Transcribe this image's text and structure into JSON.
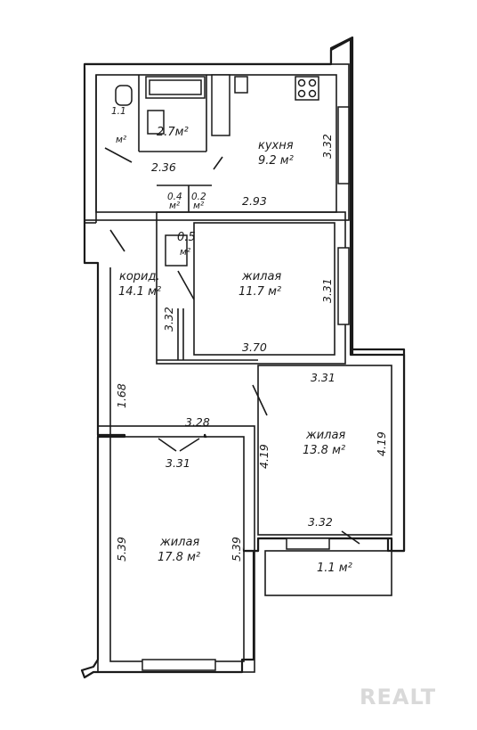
{
  "rooms": {
    "wc_area": "1.1",
    "wc_unit": "м²",
    "bath_area": "2.7м²",
    "kitchen_name": "кухня",
    "kitchen_area": "9.2 м²",
    "closet1_area": "0.4",
    "closet1_unit": "м²",
    "closet2_area": "0.2",
    "closet2_unit": "м²",
    "closet3_area": "0.5",
    "closet3_unit": "м²",
    "corridor_name": "корид.",
    "corridor_area": "14.1 м²",
    "living1_name": "жилая",
    "living1_area": "11.7 м²",
    "living2_name": "жилая",
    "living2_area": "13.8 м²",
    "living3_name": "жилая",
    "living3_area": "17.8 м²",
    "balcony_area": "1.1 м²"
  },
  "dimensions": {
    "kitchen_h": "3.32",
    "corr_top": "2.36",
    "kitchen_w": "2.93",
    "living1_h": "3.31",
    "corr_h": "3.32",
    "living1_w": "3.70",
    "living2_top": "3.31",
    "corr_lower": "1.68",
    "corr_w": "3.28",
    "living3_top": "3.31",
    "living2_left": "4.19",
    "living2_right": "4.19",
    "living2_bottom": "3.32",
    "living3_left": "5.39",
    "living3_right": "5.39"
  },
  "watermark": "REALT"
}
